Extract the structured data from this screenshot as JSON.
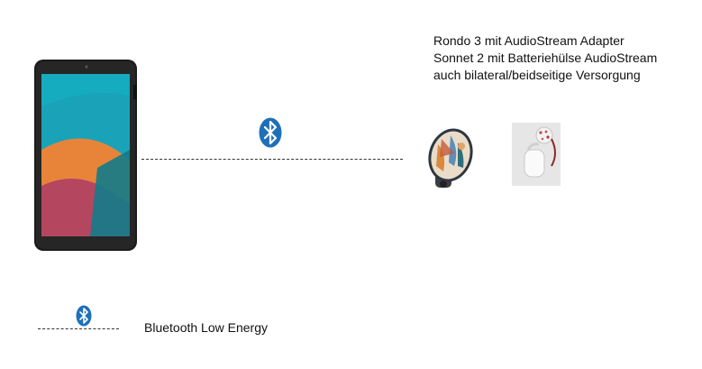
{
  "description_lines": [
    "Rondo 3 mit AudioStream Adapter",
    "Sonnet 2 mit Batteriehülse AudioStream",
    "auch bilateral/beidseitige Versorgung"
  ],
  "legend": {
    "label": "Bluetooth Low Energy"
  },
  "icons": {
    "phone": "smartphone-icon",
    "bluetooth": "bluetooth-icon",
    "rondo": "rondo-3-processor-icon",
    "sonnet": "sonnet-2-processor-icon"
  },
  "colors": {
    "bluetooth": "#1f6fb8",
    "line": "#333333"
  }
}
